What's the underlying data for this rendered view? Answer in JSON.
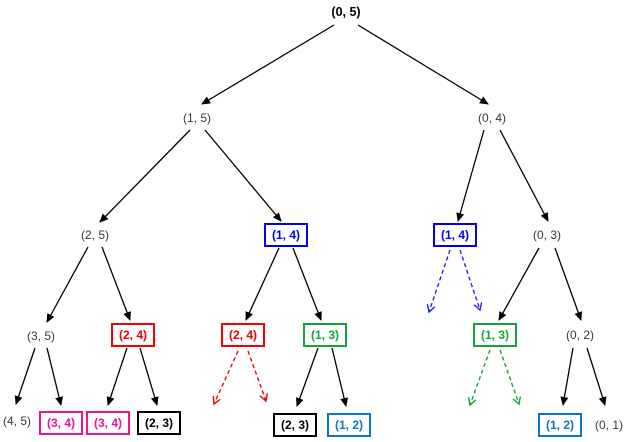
{
  "diagram": {
    "type": "state-space-tree",
    "node_count": 21,
    "levels": 5,
    "colors": {
      "plain_text": "#3a3a3a",
      "root_text": "#000000",
      "blue_box": "#0000ee",
      "red_box": "#f00000",
      "green_box": "#17a33c",
      "magenta_box": "#f0148c",
      "black_box": "#000000",
      "light_blue_box": "#0d74c7",
      "solid_edge": "#000000"
    }
  },
  "nodes": [
    {
      "id": "n05",
      "label": "(0, 5)",
      "level": 1,
      "boxed": false,
      "bold": true,
      "color": "#000000"
    },
    {
      "id": "n15",
      "label": "(1, 5)",
      "level": 2,
      "boxed": false,
      "bold": false,
      "color": "#3a3a3a"
    },
    {
      "id": "n04",
      "label": "(0, 4)",
      "level": 2,
      "boxed": false,
      "bold": false,
      "color": "#3a3a3a"
    },
    {
      "id": "n25",
      "label": "(2, 5)",
      "level": 3,
      "boxed": false,
      "bold": false,
      "color": "#3a3a3a"
    },
    {
      "id": "n14a",
      "label": "(1, 4)",
      "level": 3,
      "boxed": true,
      "bold": true,
      "color": "#0000ee"
    },
    {
      "id": "n14b",
      "label": "(1, 4)",
      "level": 3,
      "boxed": true,
      "bold": true,
      "color": "#0000ee"
    },
    {
      "id": "n03",
      "label": "(0, 3)",
      "level": 3,
      "boxed": false,
      "bold": false,
      "color": "#3a3a3a"
    },
    {
      "id": "n35",
      "label": "(3, 5)",
      "level": 4,
      "boxed": false,
      "bold": false,
      "color": "#3a3a3a"
    },
    {
      "id": "n24a",
      "label": "(2, 4)",
      "level": 4,
      "boxed": true,
      "bold": true,
      "color": "#f00000"
    },
    {
      "id": "n24b",
      "label": "(2, 4)",
      "level": 4,
      "boxed": true,
      "bold": true,
      "color": "#f00000"
    },
    {
      "id": "n13a",
      "label": "(1, 3)",
      "level": 4,
      "boxed": true,
      "bold": true,
      "color": "#17a33c"
    },
    {
      "id": "n13b",
      "label": "(1, 3)",
      "level": 4,
      "boxed": true,
      "bold": true,
      "color": "#17a33c"
    },
    {
      "id": "n02",
      "label": "(0, 2)",
      "level": 4,
      "boxed": false,
      "bold": false,
      "color": "#3a3a3a"
    },
    {
      "id": "n45",
      "label": "(4, 5)",
      "level": 5,
      "boxed": false,
      "bold": false,
      "color": "#3a3a3a"
    },
    {
      "id": "n34a",
      "label": "(3, 4)",
      "level": 5,
      "boxed": true,
      "bold": true,
      "color": "#f0148c"
    },
    {
      "id": "n34b",
      "label": "(3, 4)",
      "level": 5,
      "boxed": true,
      "bold": true,
      "color": "#f0148c"
    },
    {
      "id": "n23a",
      "label": "(2, 3)",
      "level": 5,
      "boxed": true,
      "bold": true,
      "color": "#000000"
    },
    {
      "id": "n23b",
      "label": "(2, 3)",
      "level": 5,
      "boxed": true,
      "bold": true,
      "color": "#000000"
    },
    {
      "id": "n12a",
      "label": "(1, 2)",
      "level": 5,
      "boxed": true,
      "bold": true,
      "color": "#0d74c7"
    },
    {
      "id": "n12b",
      "label": "(1, 2)",
      "level": 5,
      "boxed": true,
      "bold": true,
      "color": "#0d74c7"
    },
    {
      "id": "n01",
      "label": "(0, 1)",
      "level": 5,
      "boxed": false,
      "bold": false,
      "color": "#3a3a3a"
    }
  ],
  "edges": [
    {
      "from": "n05",
      "to": "n15",
      "style": "solid",
      "color": "#000000"
    },
    {
      "from": "n05",
      "to": "n04",
      "style": "solid",
      "color": "#000000"
    },
    {
      "from": "n15",
      "to": "n25",
      "style": "solid",
      "color": "#000000"
    },
    {
      "from": "n15",
      "to": "n14a",
      "style": "solid",
      "color": "#000000"
    },
    {
      "from": "n04",
      "to": "n14b",
      "style": "solid",
      "color": "#000000"
    },
    {
      "from": "n04",
      "to": "n03",
      "style": "solid",
      "color": "#000000"
    },
    {
      "from": "n25",
      "to": "n35",
      "style": "solid",
      "color": "#000000"
    },
    {
      "from": "n25",
      "to": "n24a",
      "style": "solid",
      "color": "#000000"
    },
    {
      "from": "n14a",
      "to": "n24b",
      "style": "solid",
      "color": "#000000"
    },
    {
      "from": "n14a",
      "to": "n13a",
      "style": "solid",
      "color": "#000000"
    },
    {
      "from": "n03",
      "to": "n13b",
      "style": "solid",
      "color": "#000000"
    },
    {
      "from": "n03",
      "to": "n02",
      "style": "solid",
      "color": "#000000"
    },
    {
      "from": "n35",
      "to": "n45",
      "style": "solid",
      "color": "#000000"
    },
    {
      "from": "n35",
      "to": "n34a",
      "style": "solid",
      "color": "#000000"
    },
    {
      "from": "n24a",
      "to": "n34b",
      "style": "solid",
      "color": "#000000"
    },
    {
      "from": "n24a",
      "to": "n23a",
      "style": "solid",
      "color": "#000000"
    },
    {
      "from": "n13a",
      "to": "n23b",
      "style": "solid",
      "color": "#000000"
    },
    {
      "from": "n13a",
      "to": "n12a",
      "style": "solid",
      "color": "#000000"
    },
    {
      "from": "n02",
      "to": "n12b",
      "style": "solid",
      "color": "#000000"
    },
    {
      "from": "n02",
      "to": "n01",
      "style": "solid",
      "color": "#000000"
    },
    {
      "from": "n24b",
      "to": null,
      "direction": "down-left",
      "style": "dashed",
      "color": "#f00000"
    },
    {
      "from": "n24b",
      "to": null,
      "direction": "down-right",
      "style": "dashed",
      "color": "#f00000"
    },
    {
      "from": "n14b",
      "to": null,
      "direction": "down-left",
      "style": "dashed",
      "color": "#2222ee"
    },
    {
      "from": "n14b",
      "to": null,
      "direction": "down-right",
      "style": "dashed",
      "color": "#2222ee"
    },
    {
      "from": "n13b",
      "to": null,
      "direction": "down-left",
      "style": "dashed",
      "color": "#17a33c"
    },
    {
      "from": "n13b",
      "to": null,
      "direction": "down-right",
      "style": "dashed",
      "color": "#17a33c"
    }
  ]
}
